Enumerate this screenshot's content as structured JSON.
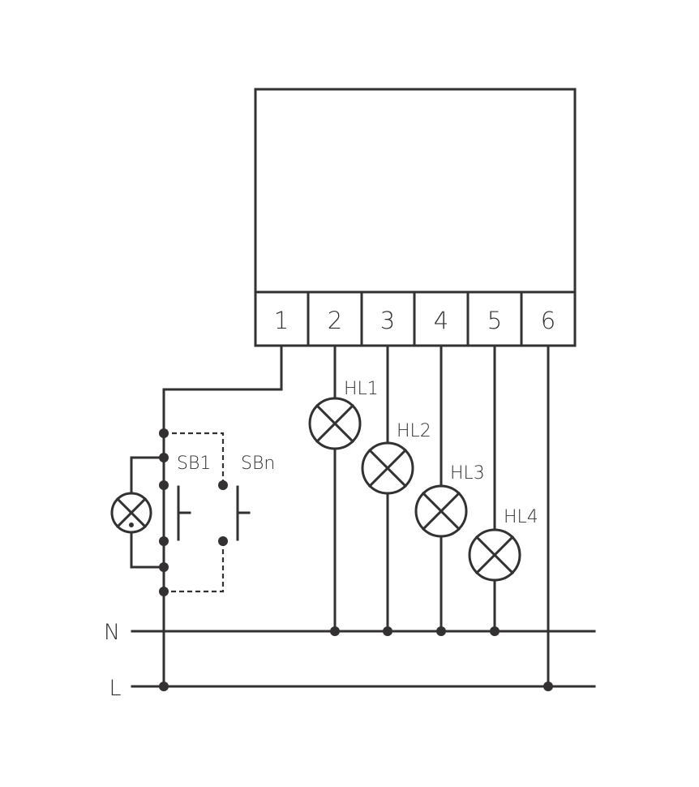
{
  "diagram": {
    "terminals": [
      "1",
      "2",
      "3",
      "4",
      "5",
      "6"
    ],
    "lamps": [
      "HL1",
      "HL2",
      "HL3",
      "HL4"
    ],
    "switches": [
      "SB1",
      "SBn"
    ],
    "buses": [
      "N",
      "L"
    ]
  },
  "colors": {
    "ink": "#333132",
    "background": "#ffffff"
  }
}
